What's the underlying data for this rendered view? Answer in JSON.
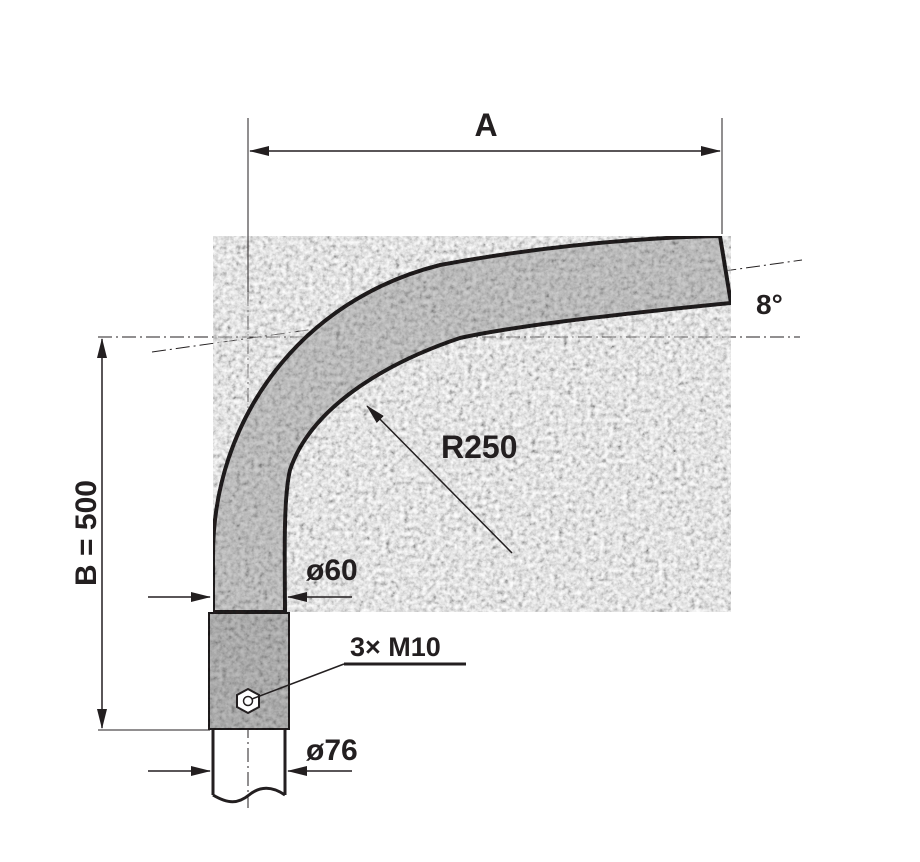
{
  "colors": {
    "ink": "#231f20",
    "pipe_fill": "#c9c9c9",
    "pipe_texture": "#9a9a9a",
    "sleeve_fill": "#b8b8b8",
    "background": "#ffffff"
  },
  "labels": {
    "dim_a": "A",
    "dim_b": "B = 500",
    "angle": "8°",
    "radius": "R250",
    "diameter_pipe": "ø60",
    "diameter_sleeve": "ø76",
    "bolts": "3× M10"
  },
  "icons": {
    "bolt": "hex-bolt-icon"
  }
}
